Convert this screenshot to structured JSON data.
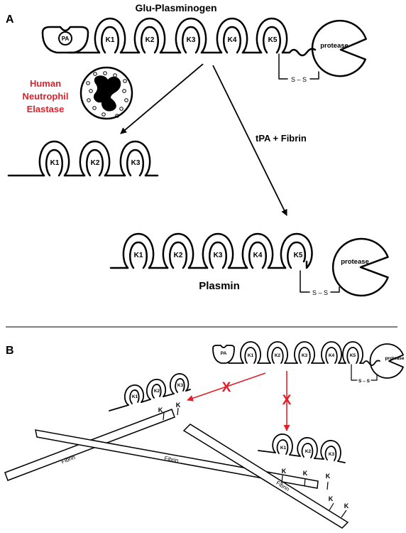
{
  "panel_a": {
    "letter": "A",
    "title": "Glu-Plasminogen",
    "pa_label": "PA",
    "kringles": [
      "K1",
      "K2",
      "K3",
      "K4",
      "K5"
    ],
    "protease_label": "protease",
    "disulfide_label": "S – S",
    "enzyme_lines": [
      "Human",
      "Neutrophil",
      "Elastase"
    ],
    "enzyme_color": "#e0202a",
    "fragment_kringles": [
      "K1",
      "K2",
      "K3"
    ],
    "activator_label": "tPA + Fibrin",
    "plasmin_kringles": [
      "K1",
      "K2",
      "K3",
      "K4",
      "K5"
    ],
    "plasmin_protease_label": "protease",
    "plasmin_disulfide_label": "S – S",
    "plasmin_label": "Plasmin"
  },
  "panel_b": {
    "letter": "B",
    "pa_label": "PA",
    "kringles": [
      "K1",
      "K2",
      "K3",
      "K4",
      "K5"
    ],
    "protease_label": "protease",
    "disulfide_label": "S – S",
    "fragment_left_kringles": [
      "K1",
      "K2",
      "K3"
    ],
    "fragment_right_kringles": [
      "K1",
      "K2",
      "K3"
    ],
    "lysine_label": "K",
    "fibrin_label": "Fibrin",
    "block_mark": "X",
    "block_color": "#e0202a"
  }
}
